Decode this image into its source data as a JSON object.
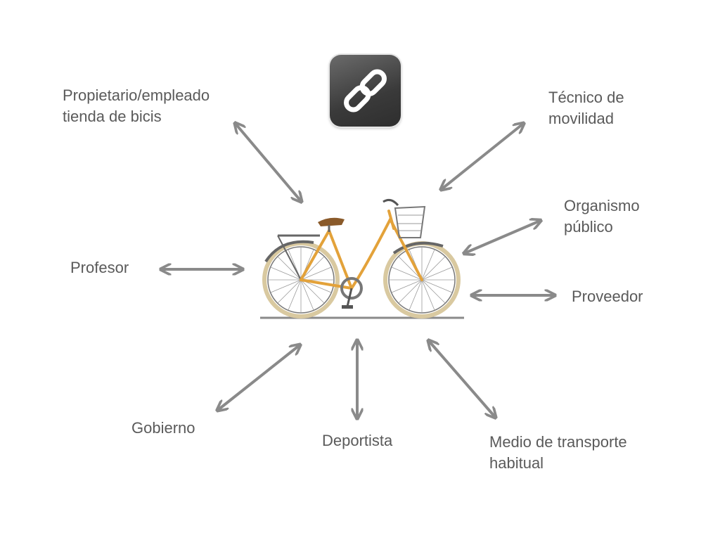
{
  "icons": {
    "center_tile": "link-icon",
    "center_image": "bicycle-icon"
  },
  "colors": {
    "arrow": "#8a8a8a",
    "text": "#5a5a5a",
    "frame": "#e3a23a",
    "tire": "#d9c9a0"
  },
  "nodes": {
    "propietario": {
      "line1": "Propietario/empleado",
      "line2": "tienda de bicis"
    },
    "tecnico": {
      "line1": "Técnico de",
      "line2": "movilidad"
    },
    "organismo": {
      "line1": "Organismo",
      "line2": "público"
    },
    "profesor": {
      "line1": "Profesor"
    },
    "proveedor": {
      "line1": "Proveedor"
    },
    "gobierno": {
      "line1": "Gobierno"
    },
    "deportista": {
      "line1": "Deportista"
    },
    "medio": {
      "line1": "Medio de transporte",
      "line2": "habitual"
    }
  }
}
